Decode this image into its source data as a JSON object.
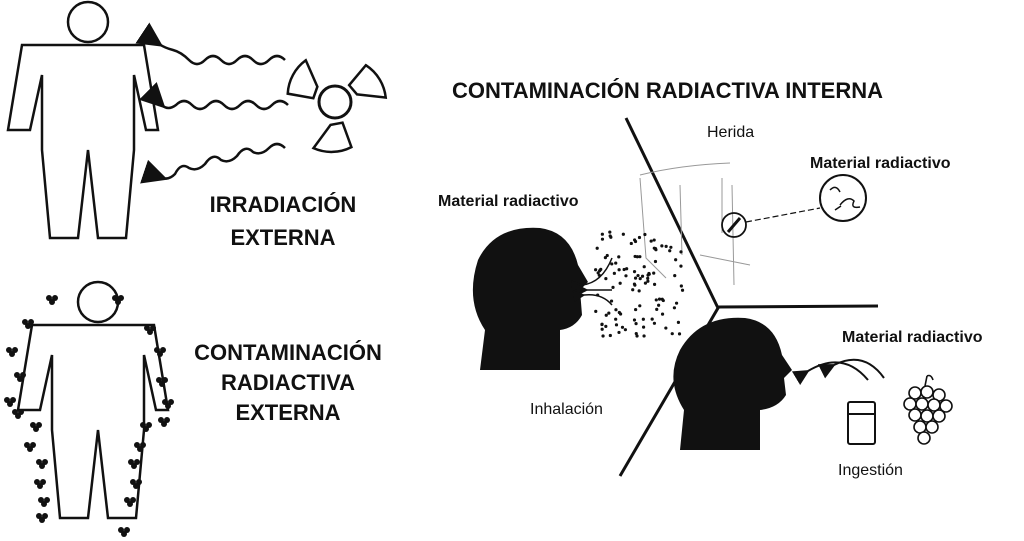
{
  "external_irradiation": {
    "line1": "IRRADIACIÓN",
    "line2": "EXTERNA"
  },
  "external_contamination": {
    "line1": "CONTAMINACIÓN",
    "line2": "RADIACTIVA",
    "line3": "EXTERNA"
  },
  "internal": {
    "title": "CONTAMINACIÓN RADIACTIVA INTERNA",
    "wound": {
      "label": "Herida",
      "material": "Material radiactivo"
    },
    "inhalation": {
      "label": "Inhalación",
      "material": "Material radiactivo"
    },
    "ingestion": {
      "label": "Ingestión",
      "material": "Material radiactivo"
    }
  },
  "icons": [
    "human-figure",
    "radiation-trefoil",
    "wavy-arrow",
    "head-silhouette",
    "glass",
    "grapes"
  ]
}
